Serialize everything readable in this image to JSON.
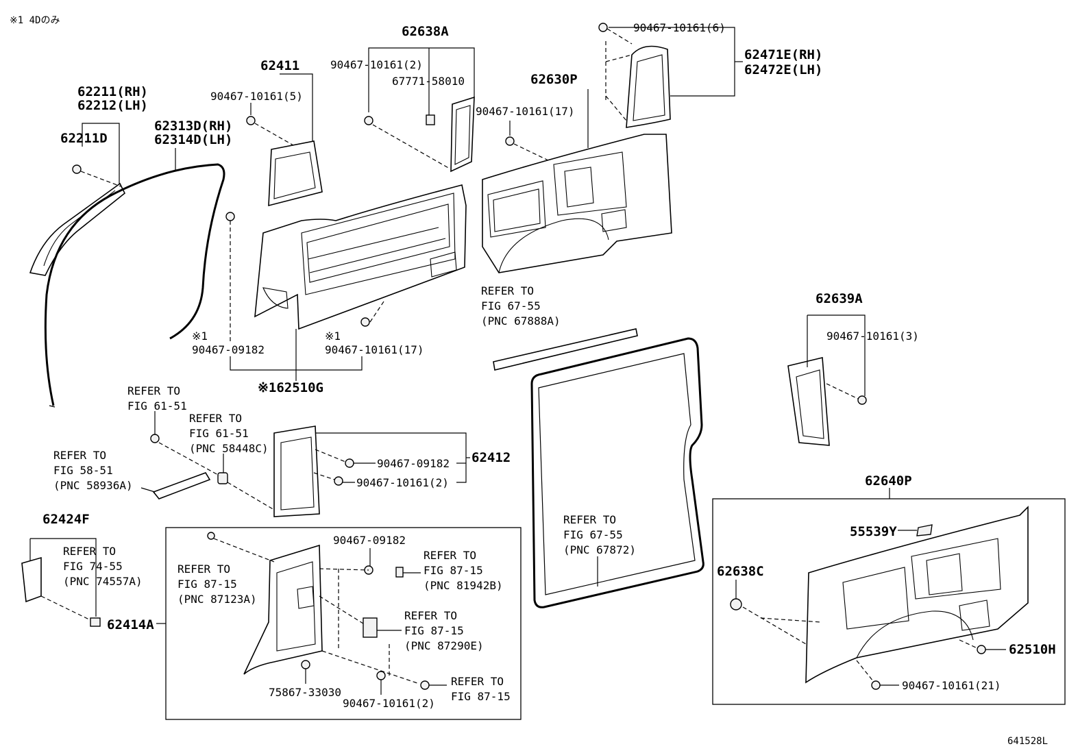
{
  "note": "※1 4Dのみ",
  "figure_id": "641528L",
  "labels": {
    "p62211": "62211(RH)",
    "p62212": "62212(LH)",
    "p62211D": "62211D",
    "p62313D": "62313D(RH)",
    "p62314D": "62314D(LH)",
    "p62411": "62411",
    "bolt5": "90467-10161(5)",
    "p62638A": "62638A",
    "bolt2a": "90467-10161(2)",
    "p67771": "67771-58010",
    "p62630P": "62630P",
    "bolt17a": "90467-10161(17)",
    "bolt6": "90467-10161(6)",
    "p62471E": "62471E(RH)",
    "p62472E": "62472E(LH)",
    "refer67_55a_1": "REFER TO",
    "refer67_55a_2": "FIG 67-55",
    "refer67_55a_3": "(PNC 67888A)",
    "mark1a": "※1",
    "clip09182a": "90467-09182",
    "mark1b": "※1",
    "bolt17b": "90467-10161(17)",
    "p62510G": "※162510G",
    "p62639A": "62639A",
    "bolt3": "90467-10161(3)",
    "refer61_51a_1": "REFER TO",
    "refer61_51a_2": "FIG 61-51",
    "refer61_51b_1": "REFER TO",
    "refer61_51b_2": "FIG 61-51",
    "refer61_51b_3": "(PNC 58448C)",
    "refer58_51_1": "REFER TO",
    "refer58_51_2": "FIG 58-51",
    "refer58_51_3": "(PNC 58936A)",
    "clip09182b": "90467-09182",
    "p62412": "62412",
    "bolt2b": "90467-10161(2)",
    "p62424F": "62424F",
    "refer74_55_1": "REFER TO",
    "refer74_55_2": "FIG 74-55",
    "refer74_55_3": "(PNC 74557A)",
    "p62414A": "62414A",
    "refer87_15a_1": "REFER TO",
    "refer87_15a_2": "FIG 87-15",
    "refer87_15a_3": "(PNC 87123A)",
    "clip09182c": "90467-09182",
    "refer87_15b_1": "REFER TO",
    "refer87_15b_2": "FIG 87-15",
    "refer87_15b_3": "(PNC 81942B)",
    "refer87_15c_1": "REFER TO",
    "refer87_15c_2": "FIG 87-15",
    "refer87_15c_3": "(PNC 87290E)",
    "p75867": "75867-33030",
    "bolt2c": "90467-10161(2)",
    "refer87_15d_1": "REFER TO",
    "refer87_15d_2": "FIG 87-15",
    "refer67_55b_1": "REFER TO",
    "refer67_55b_2": "FIG 67-55",
    "refer67_55b_3": "(PNC 67872)",
    "p62640P": "62640P",
    "p55539Y": "55539Y",
    "p62638C": "62638C",
    "p62510H": "62510H",
    "bolt21": "90467-10161(21)"
  }
}
